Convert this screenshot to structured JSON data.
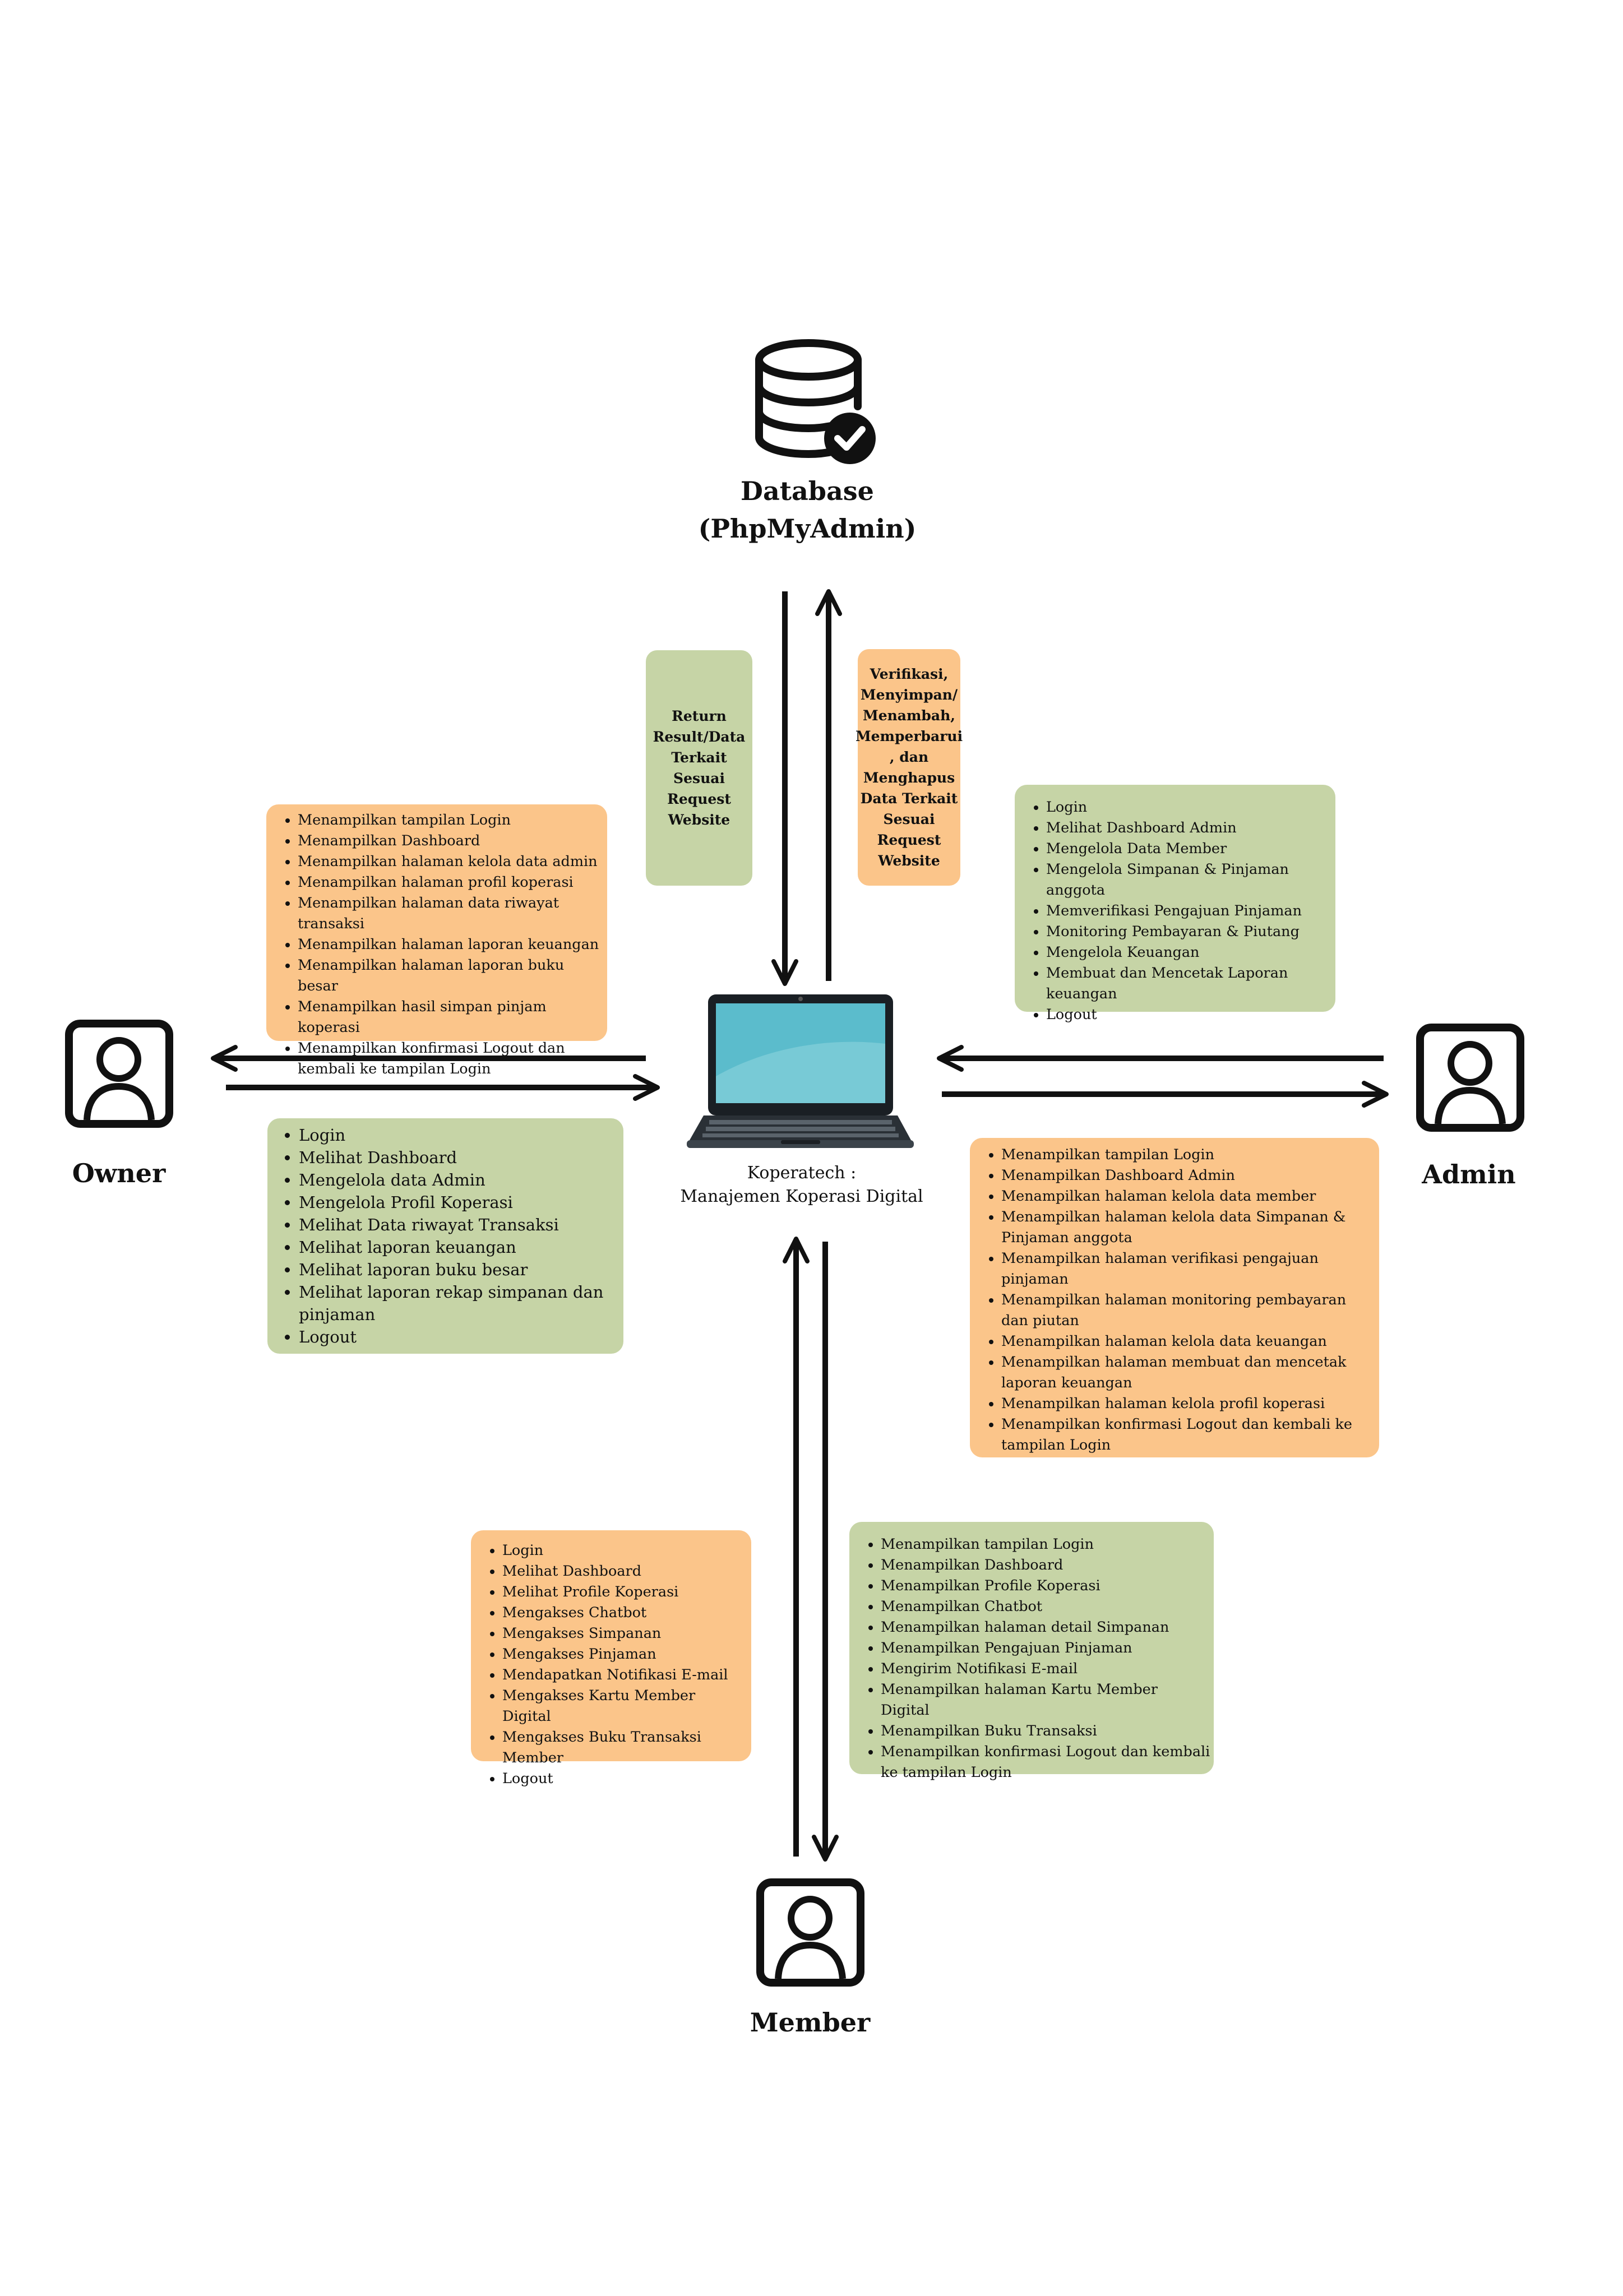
{
  "nodes": {
    "database": {
      "line1": "Database",
      "line2": "(PhpMyAdmin)"
    },
    "system": {
      "line1": "Koperatech :",
      "line2": "Manajemen Koperasi Digital"
    },
    "owner": "Owner",
    "admin": "Admin",
    "member": "Member"
  },
  "notes": {
    "db_return": "Return Result/Data Terkait Sesuai Request Website",
    "db_request": "Verifikasi, Menyimpan/ Menambah, Memperbarui , dan Menghapus Data Terkait Sesuai Request Website"
  },
  "owner_outputs": [
    "Menampilkan tampilan Login",
    "Menampilkan Dashboard",
    "Menampilkan halaman kelola data admin",
    "Menampilkan halaman profil koperasi",
    "Menampilkan halaman data riwayat transaksi",
    "Menampilkan halaman laporan keuangan",
    "Menampilkan halaman laporan buku besar",
    "Menampilkan hasil simpan pinjam koperasi",
    "Menampilkan konfirmasi Logout dan kembali ke tampilan Login"
  ],
  "owner_inputs": [
    "Login",
    "Melihat Dashboard",
    "Mengelola data Admin",
    "Mengelola Profil Koperasi",
    "Melihat Data riwayat Transaksi",
    "Melihat laporan keuangan",
    "Melihat laporan buku besar",
    "Melihat laporan rekap simpanan dan pinjaman",
    "Logout"
  ],
  "admin_inputs": [
    "Login",
    "Melihat Dashboard Admin",
    "Mengelola Data Member",
    "Mengelola Simpanan & Pinjaman anggota",
    "Memverifikasi Pengajuan Pinjaman",
    "Monitoring Pembayaran & Piutang",
    "Mengelola Keuangan",
    "Membuat dan Mencetak Laporan keuangan",
    "Logout"
  ],
  "admin_outputs": [
    "Menampilkan tampilan Login",
    "Menampilkan Dashboard Admin",
    "Menampilkan halaman kelola data member",
    "Menampilkan halaman kelola data Simpanan & Pinjaman anggota",
    "Menampilkan halaman verifikasi pengajuan pinjaman",
    "Menampilkan halaman monitoring pembayaran dan piutan",
    "Menampilkan halaman kelola data keuangan",
    "Menampilkan halaman membuat dan mencetak laporan keuangan",
    "Menampilkan halaman kelola profil koperasi",
    "Menampilkan konfirmasi Logout dan kembali ke tampilan Login"
  ],
  "member_inputs": [
    "Login",
    "Melihat Dashboard",
    "Melihat Profile Koperasi",
    "Mengakses Chatbot",
    "Mengakses Simpanan",
    "Mengakses Pinjaman",
    "Mendapatkan Notifikasi E-mail",
    "Mengakses Kartu Member Digital",
    "Mengakses Buku Transaksi Member",
    "Logout"
  ],
  "member_outputs": [
    "Menampilkan tampilan Login",
    "Menampilkan Dashboard",
    "Menampilkan Profile Koperasi",
    "Menampilkan Chatbot",
    "Menampilkan halaman detail Simpanan",
    "Menampilkan Pengajuan Pinjaman",
    "Mengirim Notifikasi E-mail",
    "Menampilkan halaman Kartu Member Digital",
    "Menampilkan Buku Transaksi",
    "Menampilkan konfirmasi Logout dan kembali ke tampilan Login"
  ],
  "icons": [
    "database-check-icon",
    "laptop-icon",
    "user-icon"
  ],
  "colors": {
    "green_box": "#c6d4a6",
    "orange_box": "#fbc58a",
    "laptop_screen": "#5bbccc"
  }
}
